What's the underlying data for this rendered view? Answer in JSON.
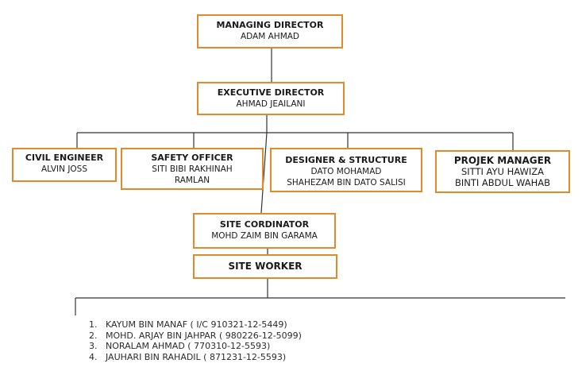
{
  "chart": {
    "managing_director": {
      "role": "MANAGING DIRECTOR",
      "name": "ADAM AHMAD"
    },
    "executive_director": {
      "role": "EXECUTIVE DIRECTOR",
      "name": "AHMAD JEAILANI"
    },
    "civil_engineer": {
      "role": "CIVIL ENGINEER",
      "name": "ALVIN JOSS"
    },
    "safety_officer": {
      "role": "SAFETY OFFICER",
      "name_line1": "SITI BIBI RAKHINAH",
      "name_line2": "RAMLAN"
    },
    "designer_structure": {
      "role": "DESIGNER & STRUCTURE",
      "name_line1": "DATO MOHAMAD",
      "name_line2": "SHAHEZAM BIN DATO SALISI"
    },
    "projek_manager": {
      "role": "PROJEK MANAGER",
      "name_line1": "SITTI AYU HAWIZA",
      "name_line2": "BINTI ABDUL WAHAB"
    },
    "site_cordinator": {
      "role": "SITE CORDINATOR",
      "name": "MOHD ZAIM BIN GARAMA"
    },
    "site_worker": {
      "role": "SITE WORKER"
    },
    "workers": [
      {
        "num": "1.",
        "text": "KAYUM BIN MANAF ( I/C 910321-12-5449)"
      },
      {
        "num": "2.",
        "text": "MOHD. ARJAY BIN JAHPAR ( 980226-12-5099)"
      },
      {
        "num": "3.",
        "text": "NORALAM AHMAD ( 770310-12-5593)"
      },
      {
        "num": "4.",
        "text": "JAUHARI BIN RAHADIL ( 871231-12-5593)"
      }
    ]
  },
  "colors": {
    "box_border": "#e08a2a",
    "connector": "#333333"
  }
}
